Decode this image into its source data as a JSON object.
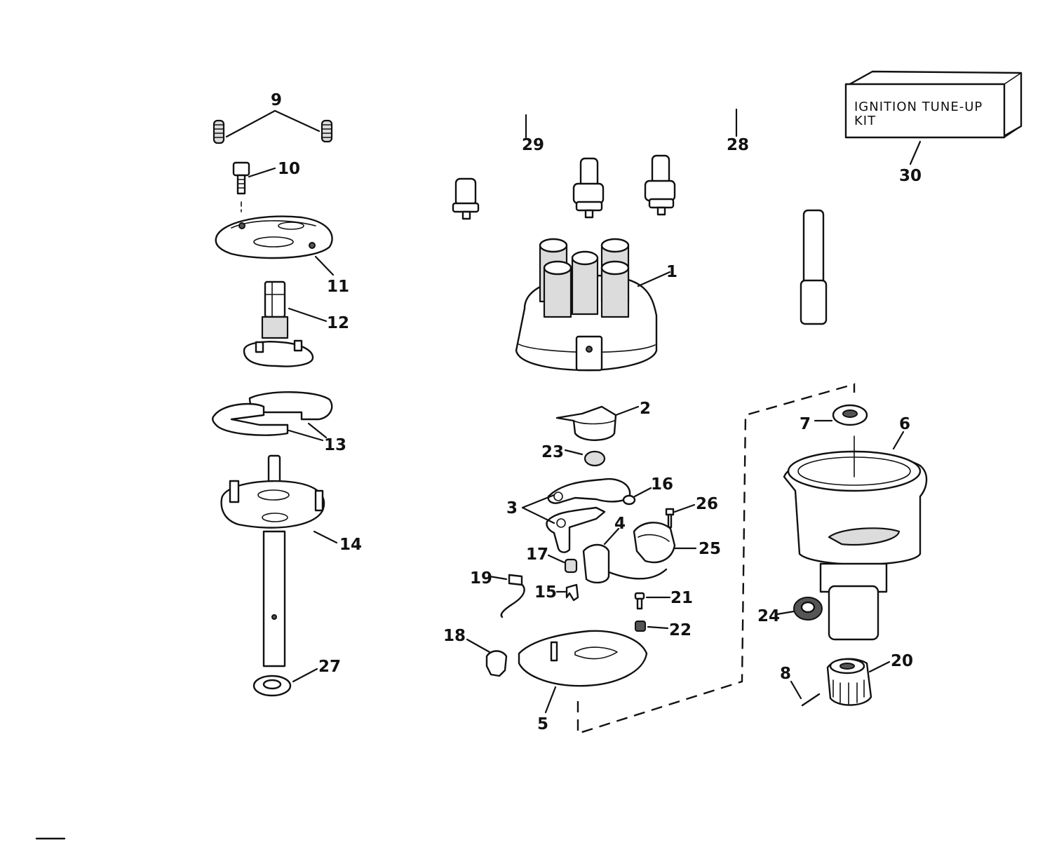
{
  "kit_box": {
    "line1": "IGNITION TUNE-UP",
    "line2": "KIT"
  },
  "callouts": [
    {
      "id": "c1",
      "label": "1"
    },
    {
      "id": "c2",
      "label": "2"
    },
    {
      "id": "c3",
      "label": "3"
    },
    {
      "id": "c4",
      "label": "4"
    },
    {
      "id": "c5",
      "label": "5"
    },
    {
      "id": "c6",
      "label": "6"
    },
    {
      "id": "c7",
      "label": "7"
    },
    {
      "id": "c8",
      "label": "8"
    },
    {
      "id": "c9",
      "label": "9"
    },
    {
      "id": "c10",
      "label": "10"
    },
    {
      "id": "c11",
      "label": "11"
    },
    {
      "id": "c12",
      "label": "12"
    },
    {
      "id": "c13",
      "label": "13"
    },
    {
      "id": "c14",
      "label": "14"
    },
    {
      "id": "c15",
      "label": "15"
    },
    {
      "id": "c16",
      "label": "16"
    },
    {
      "id": "c17",
      "label": "17"
    },
    {
      "id": "c18",
      "label": "18"
    },
    {
      "id": "c19",
      "label": "19"
    },
    {
      "id": "c20",
      "label": "20"
    },
    {
      "id": "c21",
      "label": "21"
    },
    {
      "id": "c22",
      "label": "22"
    },
    {
      "id": "c23",
      "label": "23"
    },
    {
      "id": "c24",
      "label": "24"
    },
    {
      "id": "c25",
      "label": "25"
    },
    {
      "id": "c26",
      "label": "26"
    },
    {
      "id": "c27",
      "label": "27"
    },
    {
      "id": "c28",
      "label": "28"
    },
    {
      "id": "c29",
      "label": "29"
    },
    {
      "id": "c30",
      "label": "30"
    }
  ]
}
